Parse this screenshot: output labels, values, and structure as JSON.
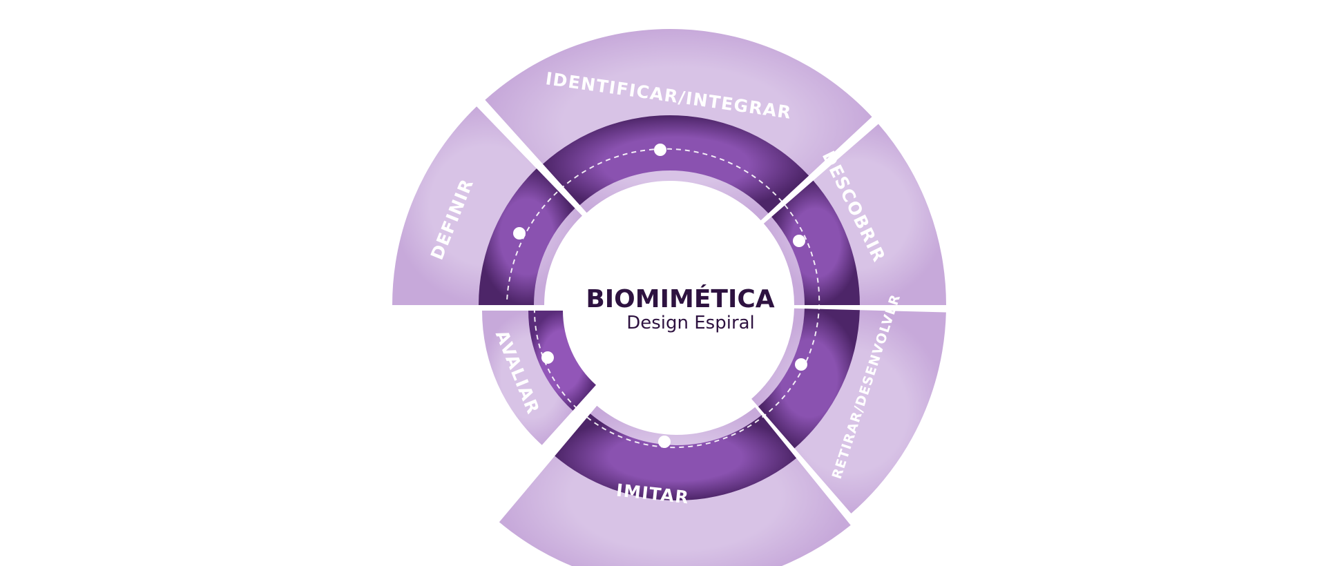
{
  "diagram": {
    "title": "BIOMIMÉTICA",
    "subtitle": "Design Espiral",
    "stages": [
      {
        "id": "identificar",
        "label": "IDENTIFICAR/INTEGRAR"
      },
      {
        "id": "descobrir",
        "label": "DESCOBRIR"
      },
      {
        "id": "retirar",
        "label": "RETIRAR/DESENVOLVER"
      },
      {
        "id": "imitar",
        "label": "IMITAR"
      },
      {
        "id": "avaliar",
        "label": "AVALIAR"
      },
      {
        "id": "definir",
        "label": "DEFINIR"
      }
    ],
    "colors": {
      "outer_ring": "#cbb0dc",
      "inner_ring": "#6f3d92",
      "inner_ring_dark": "#4d2568",
      "text_dark": "#2e1240",
      "dots": "#ffffff"
    }
  }
}
